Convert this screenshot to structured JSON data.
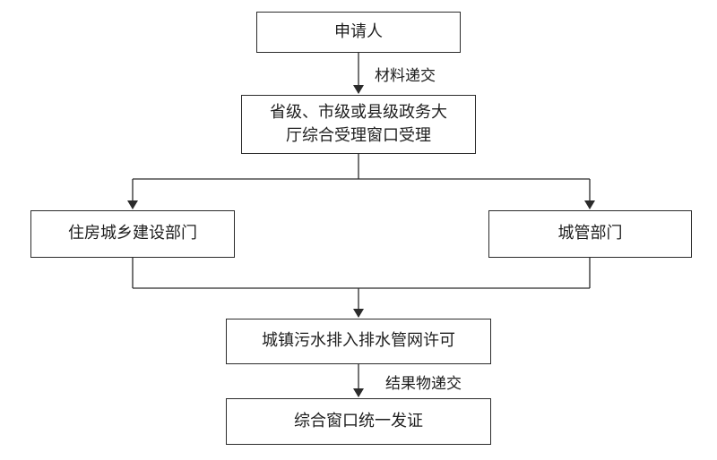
{
  "flowchart": {
    "nodes": {
      "applicant": {
        "label": "申请人"
      },
      "hall": {
        "line1": "省级、市级或县级政务大",
        "line2": "厅综合受理窗口受理"
      },
      "housing_dept": {
        "label": "住房城乡建设部门"
      },
      "urban_mgmt_dept": {
        "label": "城管部门"
      },
      "sewage_permit": {
        "label": "城镇污水排入排水管网许可"
      },
      "certificate_issue": {
        "label": "综合窗口统一发证"
      }
    },
    "edges": {
      "submit_materials": {
        "label": "材料递交"
      },
      "submit_results": {
        "label": "结果物递交"
      }
    },
    "colors": {
      "line": "#2b2b2b",
      "text": "#1e1e1e",
      "background": "#ffffff"
    }
  }
}
